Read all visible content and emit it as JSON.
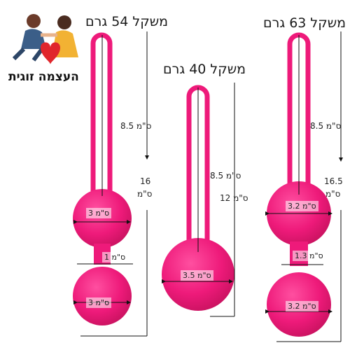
{
  "logo": {
    "text": "העצמה זוגית",
    "colors": {
      "heart": "#e0262c",
      "figure_male": "#3b5e88",
      "figure_female": "#f2b233"
    }
  },
  "products": {
    "left": {
      "weight_label": "משקל 54 גרם",
      "string_length": "8.5 ס\"מ",
      "total_length_value": "16",
      "total_length_unit": "ס\"מ",
      "ball_top_diameter": "3 ס\"מ",
      "neck_length": "1 ס\"מ",
      "ball_bottom_diameter": "3 ס\"מ"
    },
    "middle": {
      "weight_label": "משקל 40 גרם",
      "string_length": "8.5 ס\"מ",
      "total_length": "12 ס\"מ",
      "ball_diameter": "3.5 ס\"מ"
    },
    "right": {
      "weight_label": "משקל 63 גרם",
      "string_length": "8.5 ס\"מ",
      "total_length_value": "16.5",
      "total_length_unit": "ס\"מ",
      "ball_top_diameter": "3.2 ס\"מ",
      "neck_length": "1.3 ס\"מ",
      "ball_bottom_diameter": "3.2 ס\"מ"
    }
  },
  "colors": {
    "product_pink": "#ee1a7a",
    "product_pink_dark": "#c8125f",
    "measure_line": "#111111"
  }
}
